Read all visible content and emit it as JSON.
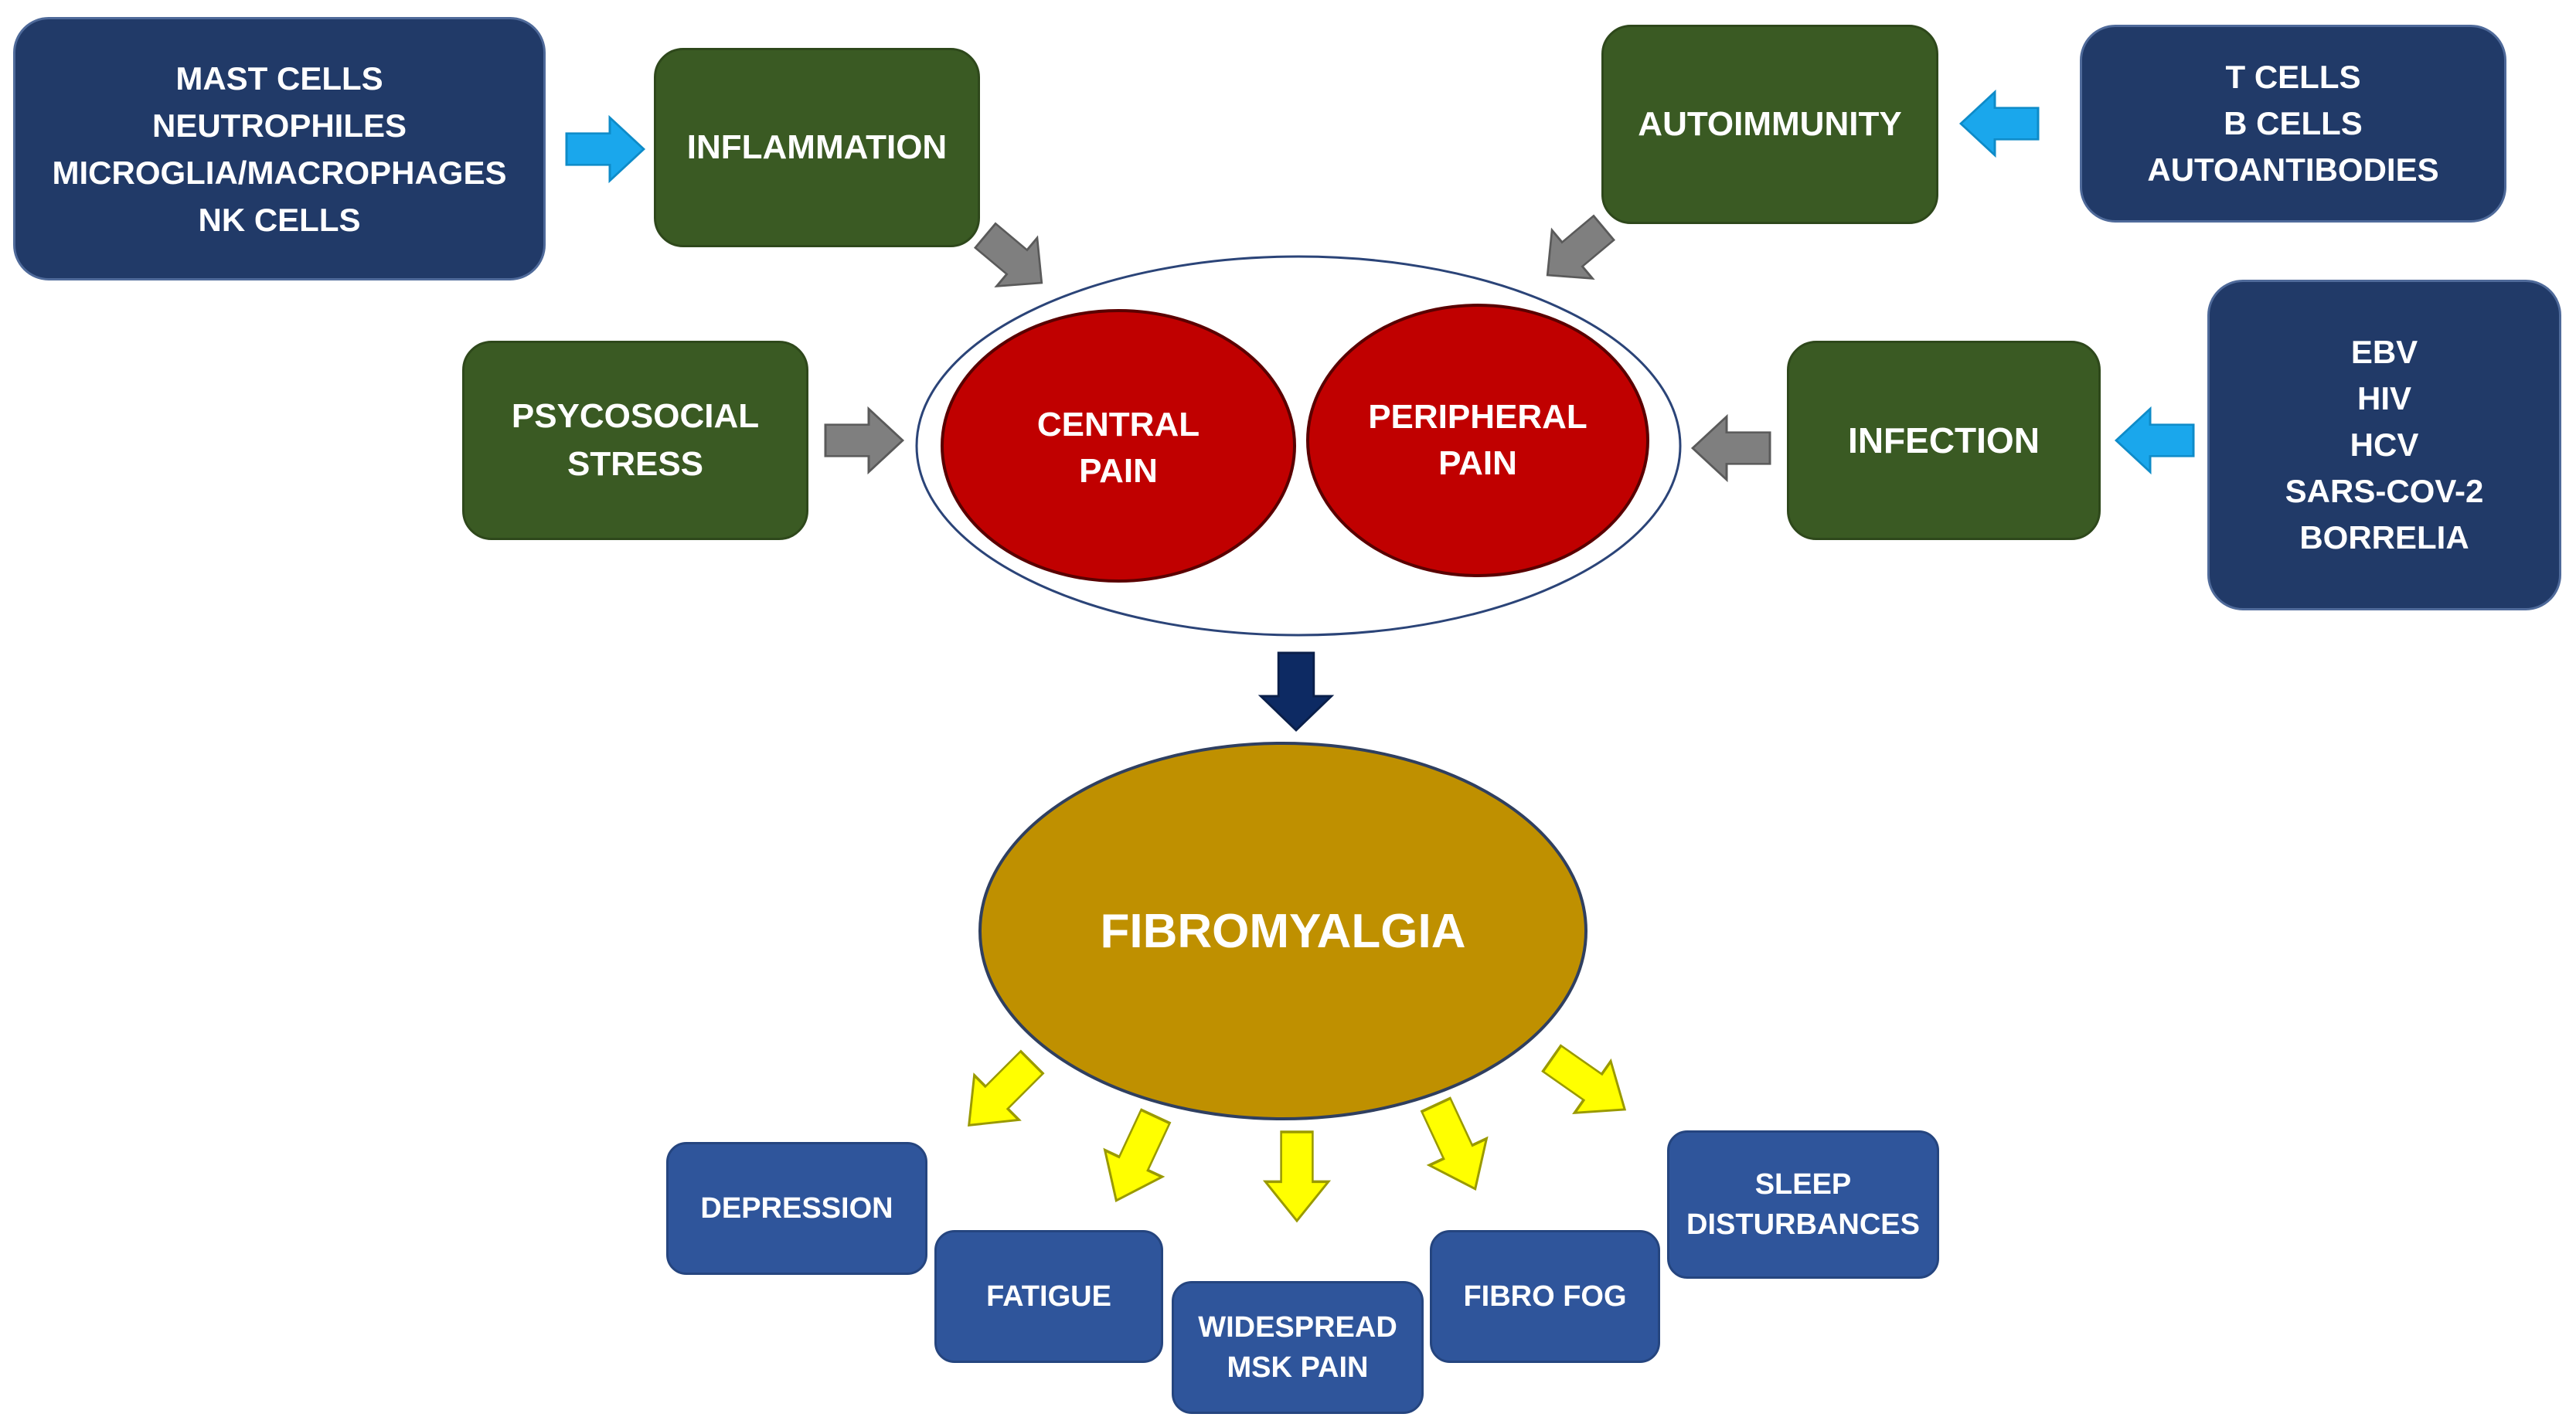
{
  "causes": {
    "cells_inflammation": [
      "MAST CELLS",
      "NEUTROPHILES",
      "MICROGLIA/MACROPHAGES",
      "NK CELLS"
    ],
    "cells_autoimmunity": [
      "T CELLS",
      "B CELLS",
      "AUTOANTIBODIES"
    ],
    "pathogens": [
      "EBV",
      "HIV",
      "HCV",
      "SARS-COV-2",
      "BORRELIA"
    ]
  },
  "mechanisms": {
    "inflammation": "INFLAMMATION",
    "autoimmunity": "AUTOIMMUNITY",
    "stress": [
      "PSYCOSOCIAL",
      "STRESS"
    ],
    "infection": "INFECTION"
  },
  "pain": {
    "central": [
      "CENTRAL",
      "PAIN"
    ],
    "peripheral": [
      "PERIPHERAL",
      "PAIN"
    ]
  },
  "center": {
    "label": "FIBROMYALGIA"
  },
  "symptoms": {
    "depression": [
      "DEPRESSION"
    ],
    "fatigue": [
      "FATIGUE"
    ],
    "msk_pain": [
      "WIDESPREAD",
      "MSK PAIN"
    ],
    "fibro_fog": [
      "FIBRO FOG"
    ],
    "sleep": [
      "SLEEP",
      "DISTURBANCES"
    ]
  },
  "colors": {
    "navy": "#213a68",
    "green": "#3a5a23",
    "red": "#c00000",
    "gold": "#bf9000",
    "symptom_blue": "#2f559b",
    "arrow_cyan": "#1aa7ec",
    "arrow_gray": "#7f7f7f",
    "arrow_dark": "#0d2a63",
    "arrow_yellow": "#ffff00"
  }
}
